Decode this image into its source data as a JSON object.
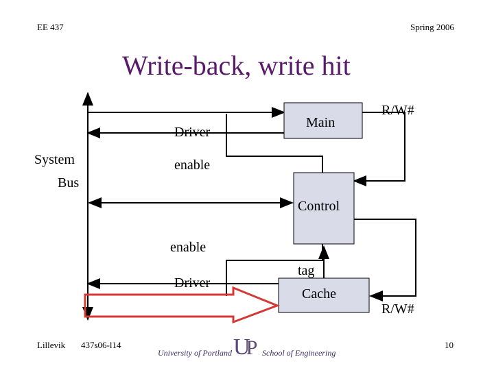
{
  "header": {
    "course": "EE 437",
    "term": "Spring 2006"
  },
  "slide": {
    "title": "Write-back, write hit"
  },
  "diagram": {
    "system_bus": [
      "System",
      "Bus"
    ],
    "driver_top": "Driver",
    "main": "Main",
    "rw_top": "R/W#",
    "enable_top": "enable",
    "control": "Control",
    "enable_bottom": "enable",
    "tag": "tag",
    "driver_bottom": "Driver",
    "cache": "Cache",
    "rw_bottom": "R/W#"
  },
  "footer": {
    "author": "Lillevik",
    "code": "437s06-l14",
    "university": "University of Portland",
    "school": "School of Engineering",
    "page": "10"
  },
  "colors": {
    "title": "#5a1a6b",
    "box_fill": "#d9dbe8",
    "highlight_arrow": "#d33a36"
  }
}
